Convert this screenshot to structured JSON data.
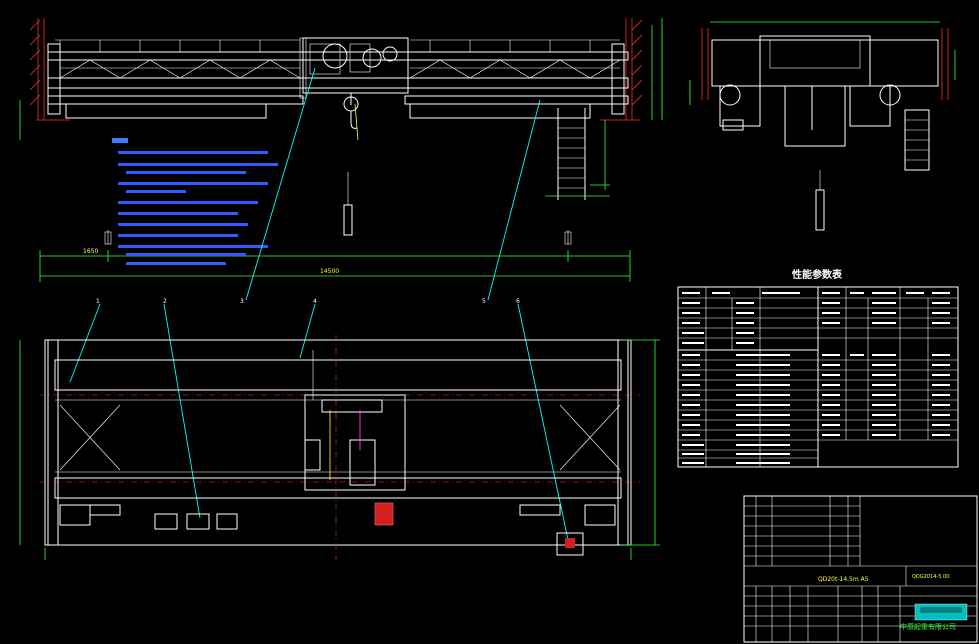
{
  "drawing": {
    "title": "性能参数表",
    "drawing_name": "QD20t-14.5m A5",
    "drawing_number": "QDG2014-5.00",
    "company": "中原起重有限公司",
    "top_dims": [
      "1650",
      "14500"
    ],
    "balloons": [
      "1",
      "2",
      "3",
      "4",
      "5",
      "6"
    ],
    "colors": {
      "background": "#000000",
      "outline": "#ffffff",
      "wall": "#ff2a2a",
      "dimension": "#30ff30",
      "text_dim": "#ffff40",
      "notes": "#3f7bff",
      "leader": "#00ffff"
    }
  }
}
